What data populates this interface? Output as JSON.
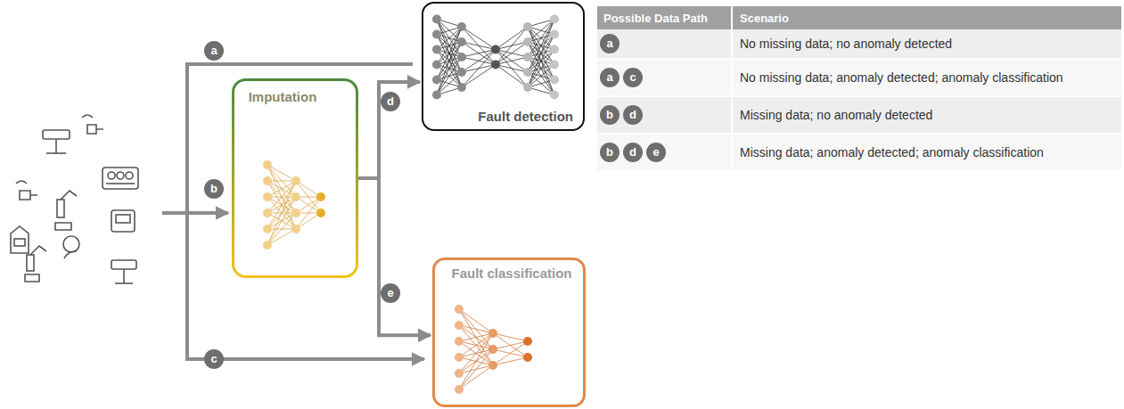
{
  "diagram": {
    "nodes": [
      {
        "text": [
          "Fault detection"
        ]
      },
      {
        "text": [
          "Imputation"
        ]
      },
      {
        "text": [
          "Fault classification"
        ]
      }
    ],
    "edges": [
      {
        "from": 1,
        "to": 0,
        "arrow": "to",
        "label": "d"
      },
      {
        "from": 1,
        "to": 2,
        "arrow": "to",
        "label": "e"
      }
    ],
    "labels": [
      "a",
      "b",
      "c",
      "Possible Data Path",
      "Scenario",
      "a",
      "No missing data; no anomaly detected",
      "a",
      "c",
      "No missing data; anomaly detected; anomaly classification",
      "b",
      "d",
      "Missing data; no anomaly detected",
      "b",
      "d",
      "e",
      "Missing data; anomaly detected; anomaly classification"
    ]
  }
}
